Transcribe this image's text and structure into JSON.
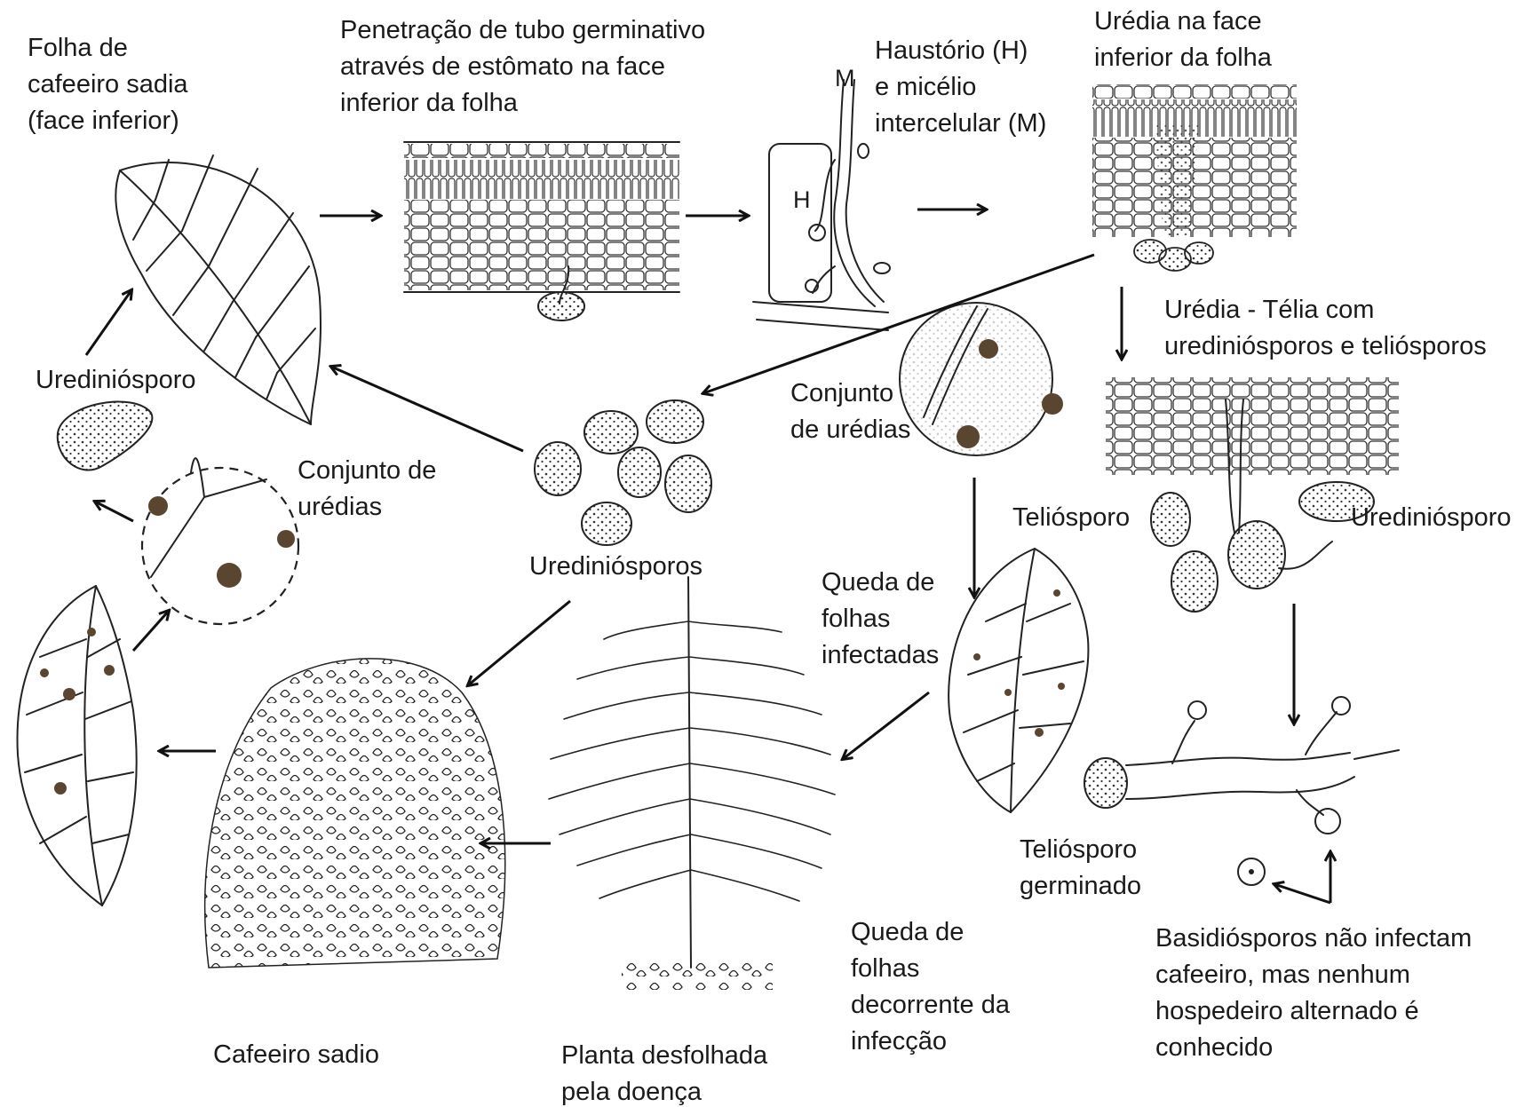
{
  "labels": {
    "healthy_leaf": "Folha de\ncafeeiro sadia\n(face inferior)",
    "penetration": "Penetração de tubo germinativo\natravés de estômato na face\ninferior da folha",
    "haustorium": "Haustório (H)\ne micélio\nintercelular (M)",
    "uredia_face": "Urédia na face\ninferior da folha",
    "uredia_telia": "Urédia - Télia com\nurediniósporos e teliósporos",
    "urediniosporo_left": "Urediniósporo",
    "conjunto_left": "Conjunto de\nurédias",
    "urediniosporos_center": "Urediniósporos",
    "conjunto_center": "Conjunto\nde urédias",
    "teliosporo_label": "Teliósporo",
    "urediniosporo_right": "Urediniósporo",
    "queda_infectadas": "Queda de\nfolhas\ninfectadas",
    "teliosporo_germinado": "Teliósporo\ngerminado",
    "basidiosporos": "Basidiósporos não infectam\ncafeeiro, mas nenhum\nhospedeiro alternado é\nconhecido",
    "queda_infeccao": "Queda de\nfolhas\ndecorrente da\ninfecção",
    "cafeeiro_sadio": "Cafeeiro sadio",
    "planta_desfolhada": "Planta desfolhada\npela doença",
    "marker_m": "M",
    "marker_h": "H"
  }
}
